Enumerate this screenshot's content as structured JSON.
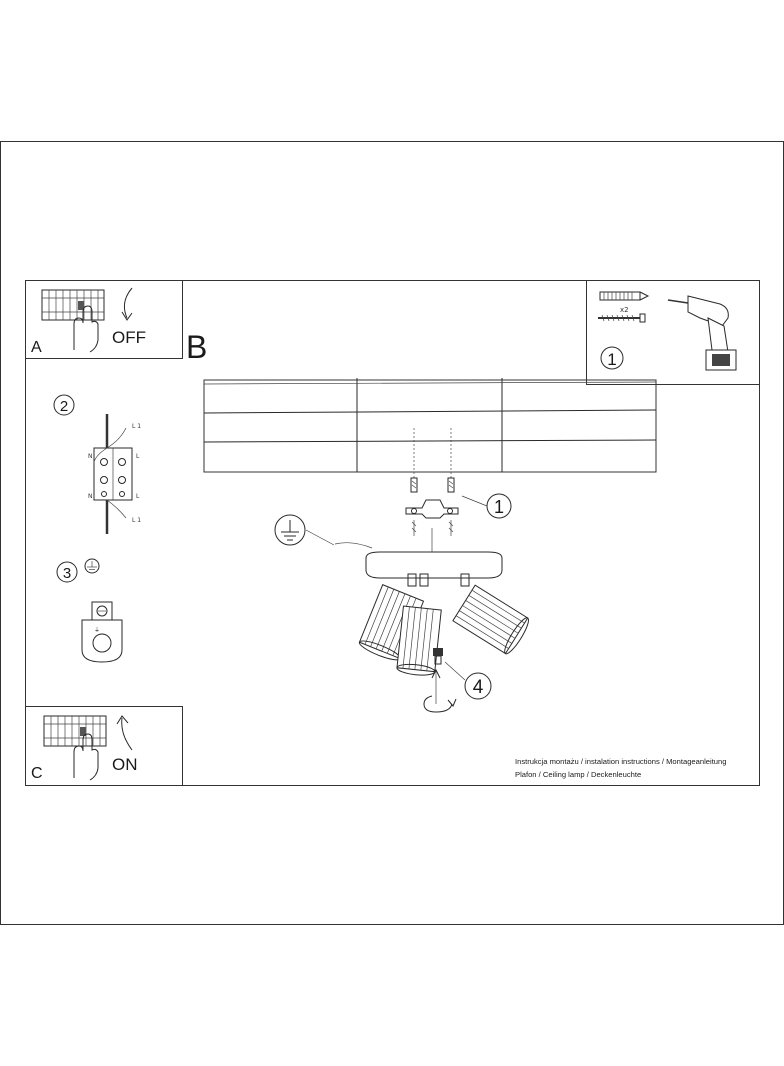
{
  "panels": {
    "a": {
      "letter": "A",
      "label": "OFF"
    },
    "b": {
      "letter": "B"
    },
    "c": {
      "letter": "C",
      "label": "ON"
    }
  },
  "steps": {
    "tools": {
      "number": "1",
      "anchor_qty": "x2"
    },
    "wiring": {
      "number": "2",
      "n": "N",
      "l": "L",
      "l1": "L 1"
    },
    "ground": {
      "number": "3"
    },
    "mount": {
      "number": "1"
    },
    "screw": {
      "number": "4"
    }
  },
  "caption": {
    "line1": "Instrukcja montażu / instalation instructions / Montageanleitung",
    "line2": "Plafon / Ceiling lamp / Deckenleuchte"
  },
  "icons": [
    "hand-switch-icon",
    "arrow-down-icon",
    "arrow-up-icon",
    "ground-symbol-icon",
    "drill-icon",
    "wall-anchor-icon",
    "screw-icon",
    "rotate-arrow-icon"
  ]
}
